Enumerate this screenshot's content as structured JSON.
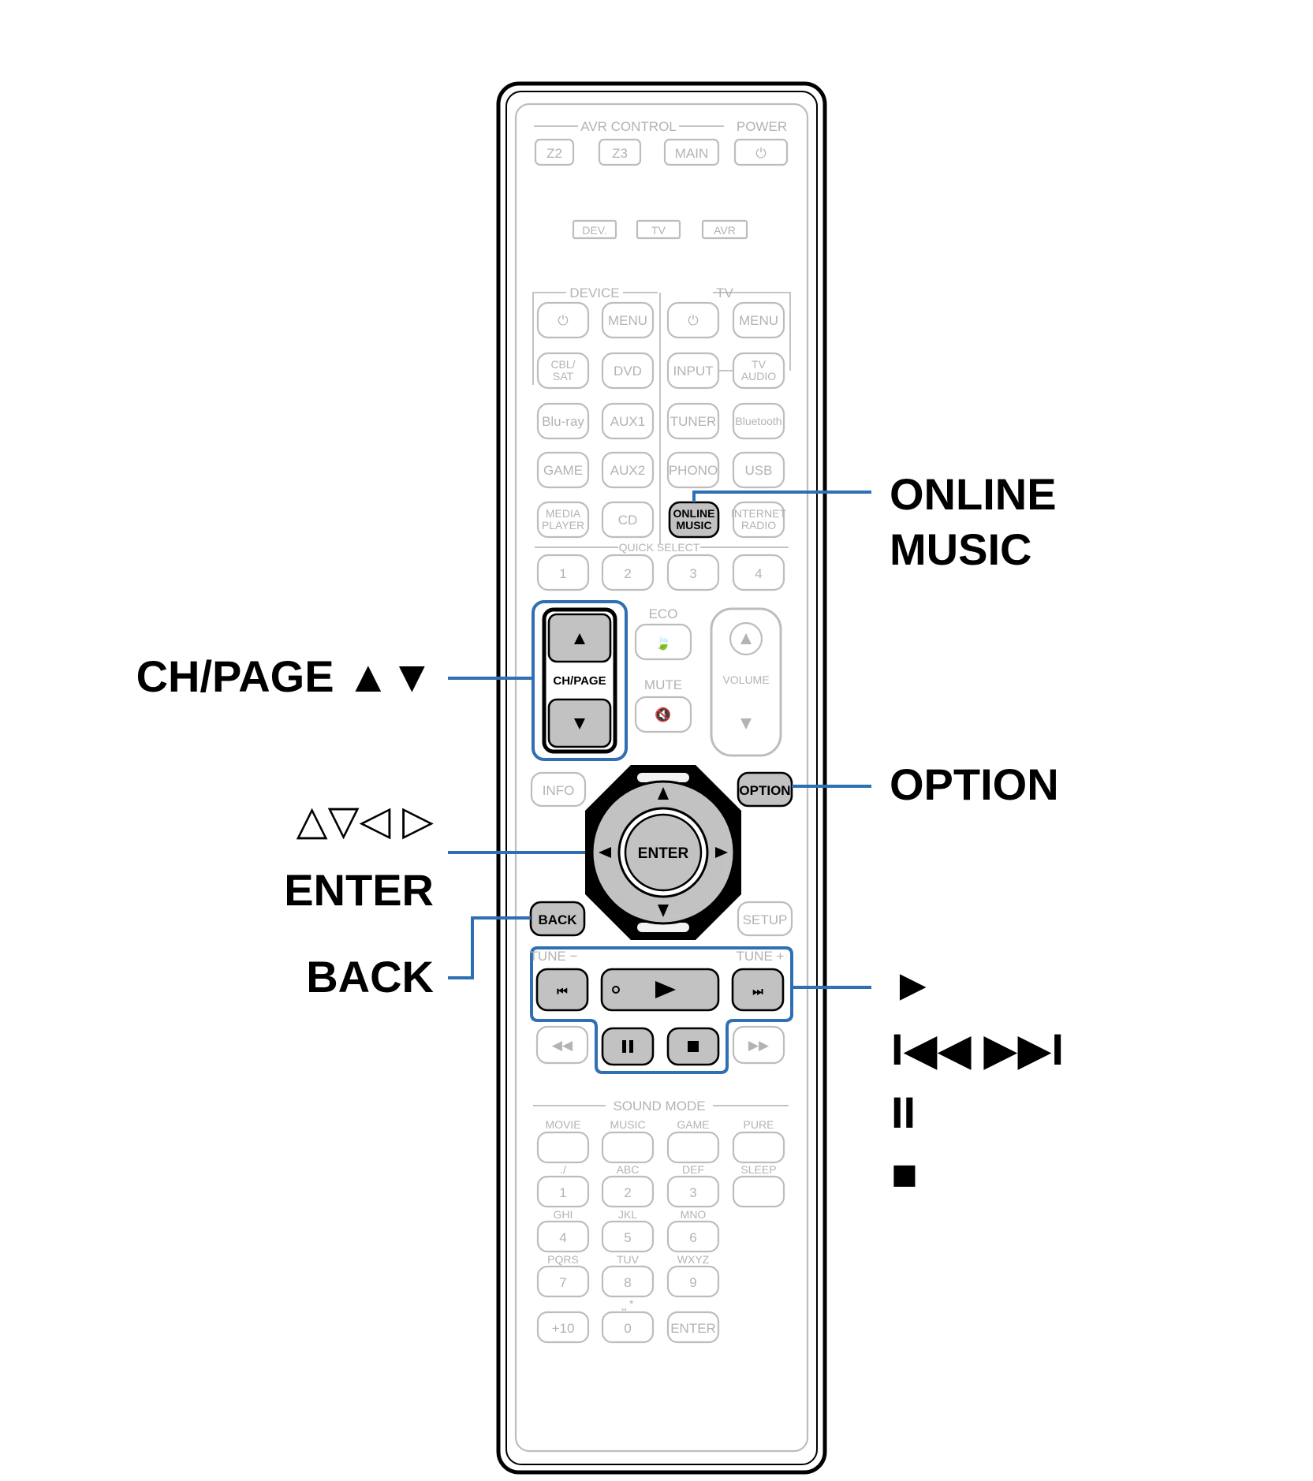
{
  "remote": {
    "group_labels": {
      "avr_control": "AVR CONTROL",
      "power": "POWER",
      "device": "DEVICE",
      "tv": "TV",
      "quick_select": "QUICK SELECT",
      "eco": "ECO",
      "mute": "MUTE",
      "volume": "VOLUME",
      "tune_minus": "TUNE −",
      "tune_plus": "TUNE +",
      "sound_mode": "SOUND MODE"
    },
    "zone_buttons": [
      "Z2",
      "Z3",
      "MAIN"
    ],
    "mode_buttons": [
      "DEV.",
      "TV",
      "AVR"
    ],
    "device_menu": "MENU",
    "tv_menu": "MENU",
    "source_buttons": {
      "cbl_sat": [
        "CBL/",
        "SAT"
      ],
      "dvd": "DVD",
      "input": "INPUT",
      "tv_audio": [
        "TV",
        "AUDIO"
      ],
      "bluray": "Blu-ray",
      "aux1": "AUX1",
      "tuner": "TUNER",
      "bluetooth": "Bluetooth",
      "game": "GAME",
      "aux2": "AUX2",
      "phono": "PHONO",
      "usb": "USB",
      "media_player": [
        "MEDIA",
        "PLAYER"
      ],
      "cd": "CD",
      "online_music": [
        "ONLINE",
        "MUSIC"
      ],
      "internet_radio": [
        "INTERNET",
        "RADIO"
      ]
    },
    "quick_select_buttons": [
      "1",
      "2",
      "3",
      "4"
    ],
    "ch_page": "CH/PAGE",
    "info": "INFO",
    "option": "OPTION",
    "enter": "ENTER",
    "back": "BACK",
    "setup": "SETUP",
    "sound_mode_buttons": [
      "MOVIE",
      "MUSIC",
      "GAME",
      "PURE"
    ],
    "sleep": "SLEEP",
    "keypad": {
      "letters": [
        [
          "./",
          "ABC",
          "DEF"
        ],
        [
          "GHI",
          "JKL",
          "MNO"
        ],
        [
          "PQRS",
          "TUV",
          "WXYZ"
        ]
      ],
      "digits": [
        [
          "1",
          "2",
          "3"
        ],
        [
          "4",
          "5",
          "6"
        ],
        [
          "7",
          "8",
          "9"
        ]
      ],
      "plus10": "+10",
      "zero": "0",
      "enter": "ENTER"
    }
  },
  "callouts": {
    "online_music": [
      "ONLINE",
      "MUSIC"
    ],
    "ch_page": "CH/PAGE ▲▼",
    "cursor_arrows": "△▽◁ ▷",
    "enter": "ENTER",
    "back": "BACK",
    "option": "OPTION",
    "playback": [
      "►",
      "I◀◀ ▶▶I",
      "II",
      "■"
    ]
  },
  "colors": {
    "highlight": "#2f6fb3",
    "active_button_fill": "#c2c2c2",
    "ghost_gray": "#b3b3b3"
  }
}
